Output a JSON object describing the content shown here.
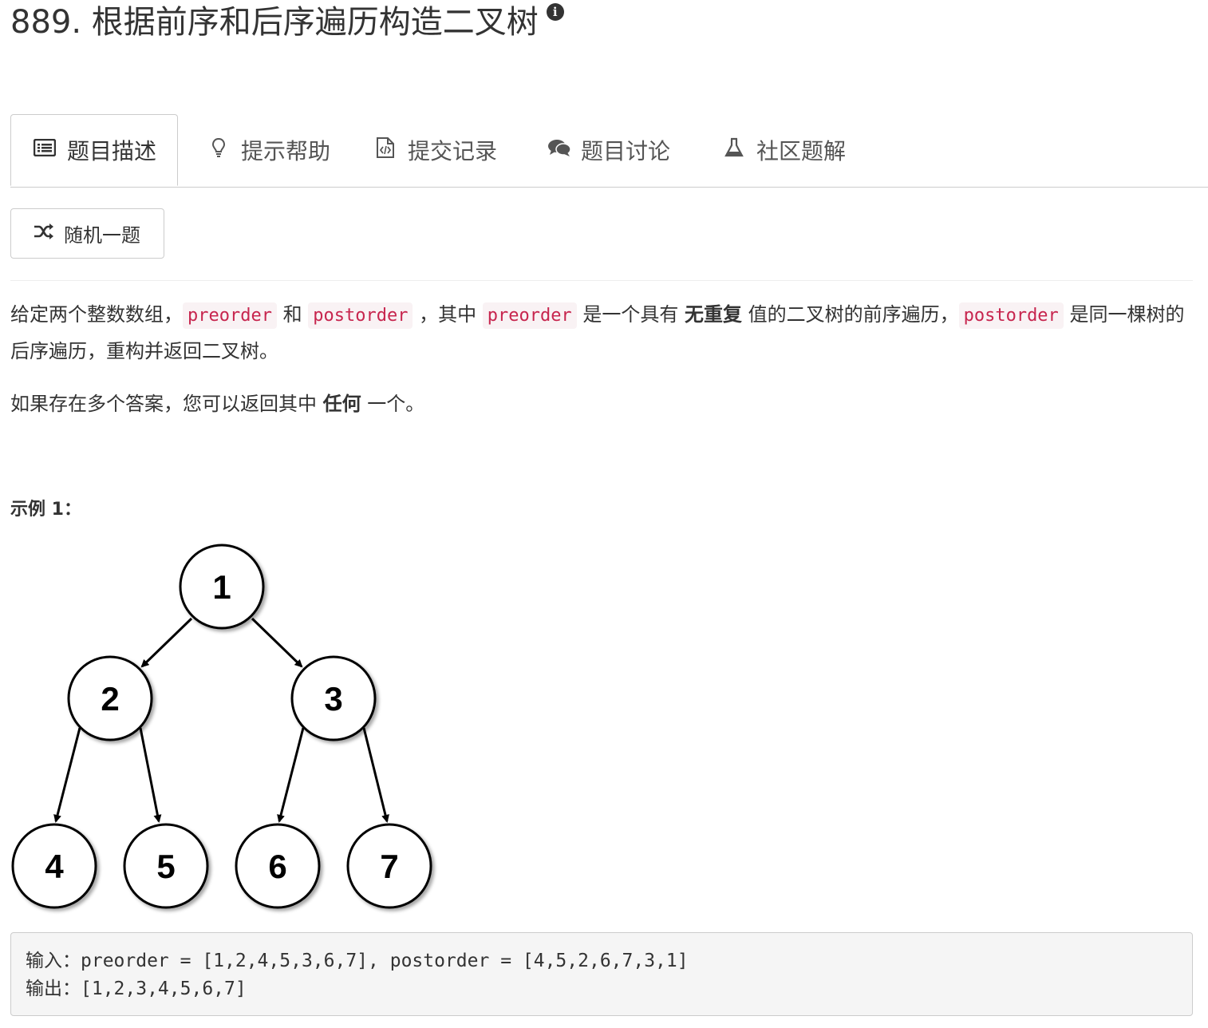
{
  "problem": {
    "title": "889. 根据前序和后序遍历构造二叉树"
  },
  "tabs": [
    {
      "label": "题目描述",
      "icon": "list-icon",
      "active": true
    },
    {
      "label": "提示帮助",
      "icon": "lightbulb-icon",
      "active": false
    },
    {
      "label": "提交记录",
      "icon": "code-file-icon",
      "active": false
    },
    {
      "label": "题目讨论",
      "icon": "comments-icon",
      "active": false
    },
    {
      "label": "社区题解",
      "icon": "flask-icon",
      "active": false
    }
  ],
  "random_button": {
    "label": "随机一题",
    "icon": "shuffle-icon"
  },
  "description": {
    "p1_a": "给定两个整数数组，",
    "code_preorder": "preorder",
    "p1_b": " 和 ",
    "code_postorder": "postorder",
    "p1_c": " ，其中 ",
    "p1_d": " 是一个具有 ",
    "p1_bold": "无重复",
    "p1_e": " 值的二叉树的前序遍历，",
    "p1_f": " 是同一棵树的后序遍历，重构并返回二叉树。",
    "p2_a": "如果存在多个答案，您可以返回其中 ",
    "p2_bold": "任何",
    "p2_b": " 一个。"
  },
  "example": {
    "title": "示例 1：",
    "tree_nodes": [
      "1",
      "2",
      "3",
      "4",
      "5",
      "6",
      "7"
    ],
    "input_line": "输入：preorder = [1,2,4,5,3,6,7], postorder = [4,5,2,6,7,3,1]",
    "output_line": "输出：[1,2,3,4,5,6,7]"
  }
}
